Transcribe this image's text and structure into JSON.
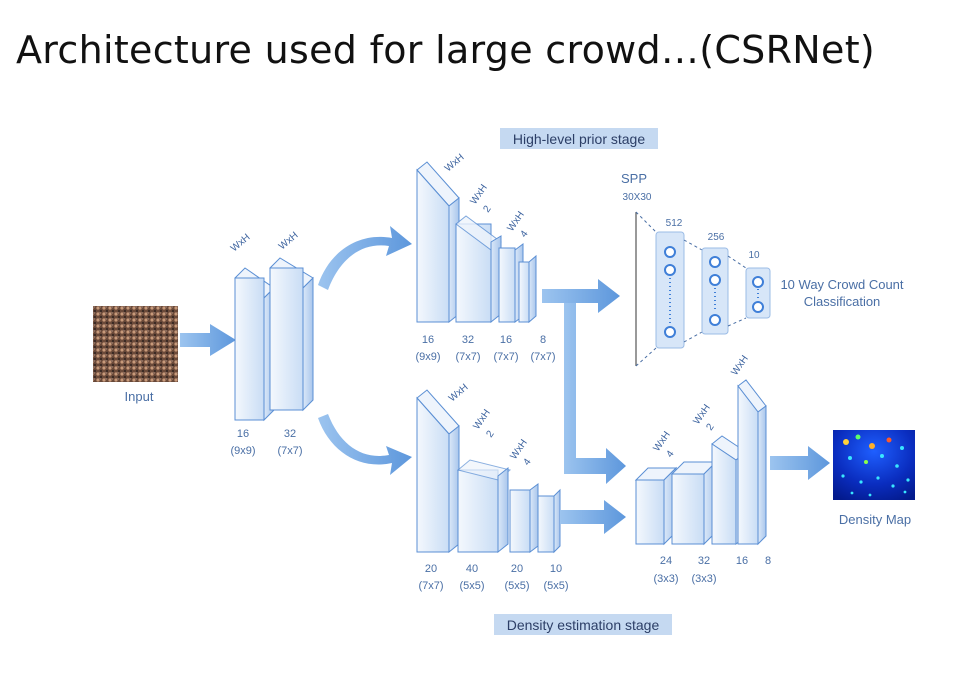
{
  "slide": {
    "title": "Architecture used for large crowd…(CSRNet)"
  },
  "colors": {
    "block_fill_light": "#eaf2fc",
    "block_fill_dark": "#c7dcf5",
    "block_stroke": "#5b8fd4",
    "arrow": "#6fa8e6",
    "text": "#4a6fa5",
    "stage_highlight": "#c5d9f1"
  },
  "diagram": {
    "input_label": "Input",
    "density_map_label": "Density Map",
    "high_level_stage": "High-level prior stage",
    "density_stage": "Density estimation stage",
    "spp_label": "SPP",
    "spp_size": "30X30",
    "fc_units": [
      "512",
      "256",
      "10"
    ],
    "classification_line1": "10 Way Crowd Count",
    "classification_line2": "Classification",
    "wxh": "WxH",
    "half": "2",
    "quarter": "4",
    "shared": {
      "filters": [
        "16",
        "32"
      ],
      "kernels": [
        "(9x9)",
        "(7x7)"
      ]
    },
    "high_branch": {
      "filters": [
        "16",
        "32",
        "16",
        "8"
      ],
      "kernels": [
        "(9x9)",
        "(7x7)",
        "(7x7)",
        "(7x7)"
      ]
    },
    "density_branch": {
      "filters": [
        "20",
        "40",
        "20",
        "10"
      ],
      "kernels": [
        "(7x7)",
        "(5x5)",
        "(5x5)",
        "(5x5)"
      ]
    },
    "fusion": {
      "filters": [
        "24",
        "32",
        "16",
        "8"
      ],
      "kernels": [
        "(3x3)",
        "(3x3)"
      ]
    }
  }
}
